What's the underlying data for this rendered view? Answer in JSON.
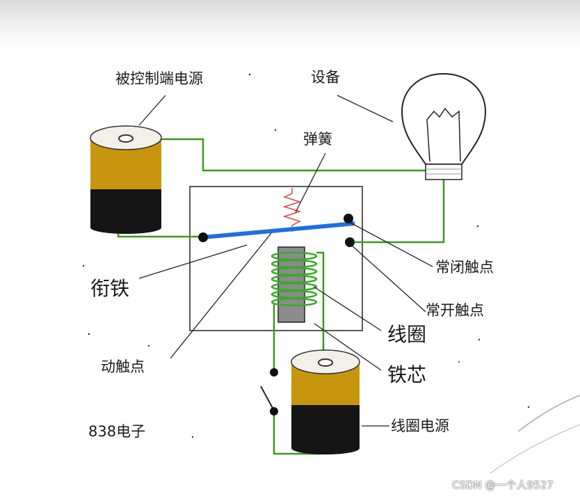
{
  "labels": {
    "controlled_power": "被控制端电源",
    "device": "设备",
    "spring": "弹簧",
    "armature": "衔铁",
    "nc_contact": "常闭触点",
    "no_contact": "常开触点",
    "coil": "线圈",
    "core": "铁芯",
    "moving_contact": "动触点",
    "coil_power": "线圈电源",
    "brand": "838电子"
  },
  "watermark": "CSDN @一个人9527",
  "colors": {
    "wire": "#3a9a1a",
    "armature": "#1f6fe0",
    "battery_gold": "#c8960e",
    "battery_black": "#151515",
    "core": "#8c8c8c",
    "coil": "#3aa82a",
    "spring": "#e04040"
  }
}
